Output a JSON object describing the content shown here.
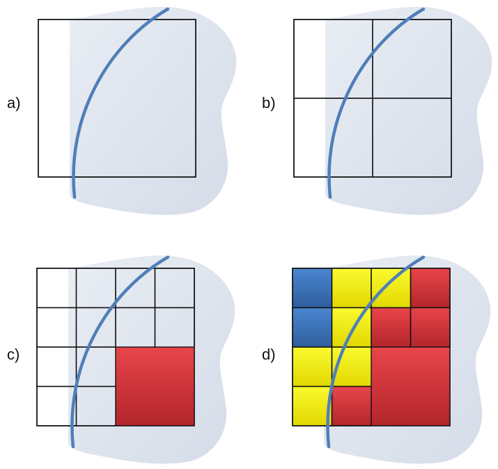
{
  "panels": [
    {
      "label": "a)",
      "grid": 1,
      "cells": []
    },
    {
      "label": "b)",
      "grid": 2,
      "cells": []
    },
    {
      "label": "c)",
      "grid": 4,
      "cells": [
        {
          "row": 2,
          "col": 2,
          "rowspan": 2,
          "colspan": 2,
          "color": "red"
        }
      ]
    },
    {
      "label": "d)",
      "grid": 4,
      "cells": [
        {
          "row": 0,
          "col": 0,
          "rowspan": 1,
          "colspan": 1,
          "color": "blue"
        },
        {
          "row": 0,
          "col": 1,
          "rowspan": 1,
          "colspan": 1,
          "color": "yellow"
        },
        {
          "row": 0,
          "col": 2,
          "rowspan": 1,
          "colspan": 1,
          "color": "yellow"
        },
        {
          "row": 0,
          "col": 3,
          "rowspan": 1,
          "colspan": 1,
          "color": "red"
        },
        {
          "row": 1,
          "col": 0,
          "rowspan": 1,
          "colspan": 1,
          "color": "blue"
        },
        {
          "row": 1,
          "col": 1,
          "rowspan": 1,
          "colspan": 1,
          "color": "yellow"
        },
        {
          "row": 1,
          "col": 2,
          "rowspan": 1,
          "colspan": 1,
          "color": "red"
        },
        {
          "row": 1,
          "col": 3,
          "rowspan": 1,
          "colspan": 1,
          "color": "red"
        },
        {
          "row": 2,
          "col": 0,
          "rowspan": 1,
          "colspan": 1,
          "color": "yellow"
        },
        {
          "row": 2,
          "col": 1,
          "rowspan": 1,
          "colspan": 1,
          "color": "yellow"
        },
        {
          "row": 2,
          "col": 2,
          "rowspan": 2,
          "colspan": 2,
          "color": "red"
        },
        {
          "row": 3,
          "col": 0,
          "rowspan": 1,
          "colspan": 1,
          "color": "yellow"
        },
        {
          "row": 3,
          "col": 1,
          "rowspan": 1,
          "colspan": 1,
          "color": "red"
        }
      ]
    }
  ],
  "colors": {
    "blob": "#dde3ee",
    "curve": "#4f7fb8",
    "grid_line": "#111111",
    "red": "#e03a40",
    "yellow": "#f4f000",
    "blue": "#3c74c0"
  }
}
